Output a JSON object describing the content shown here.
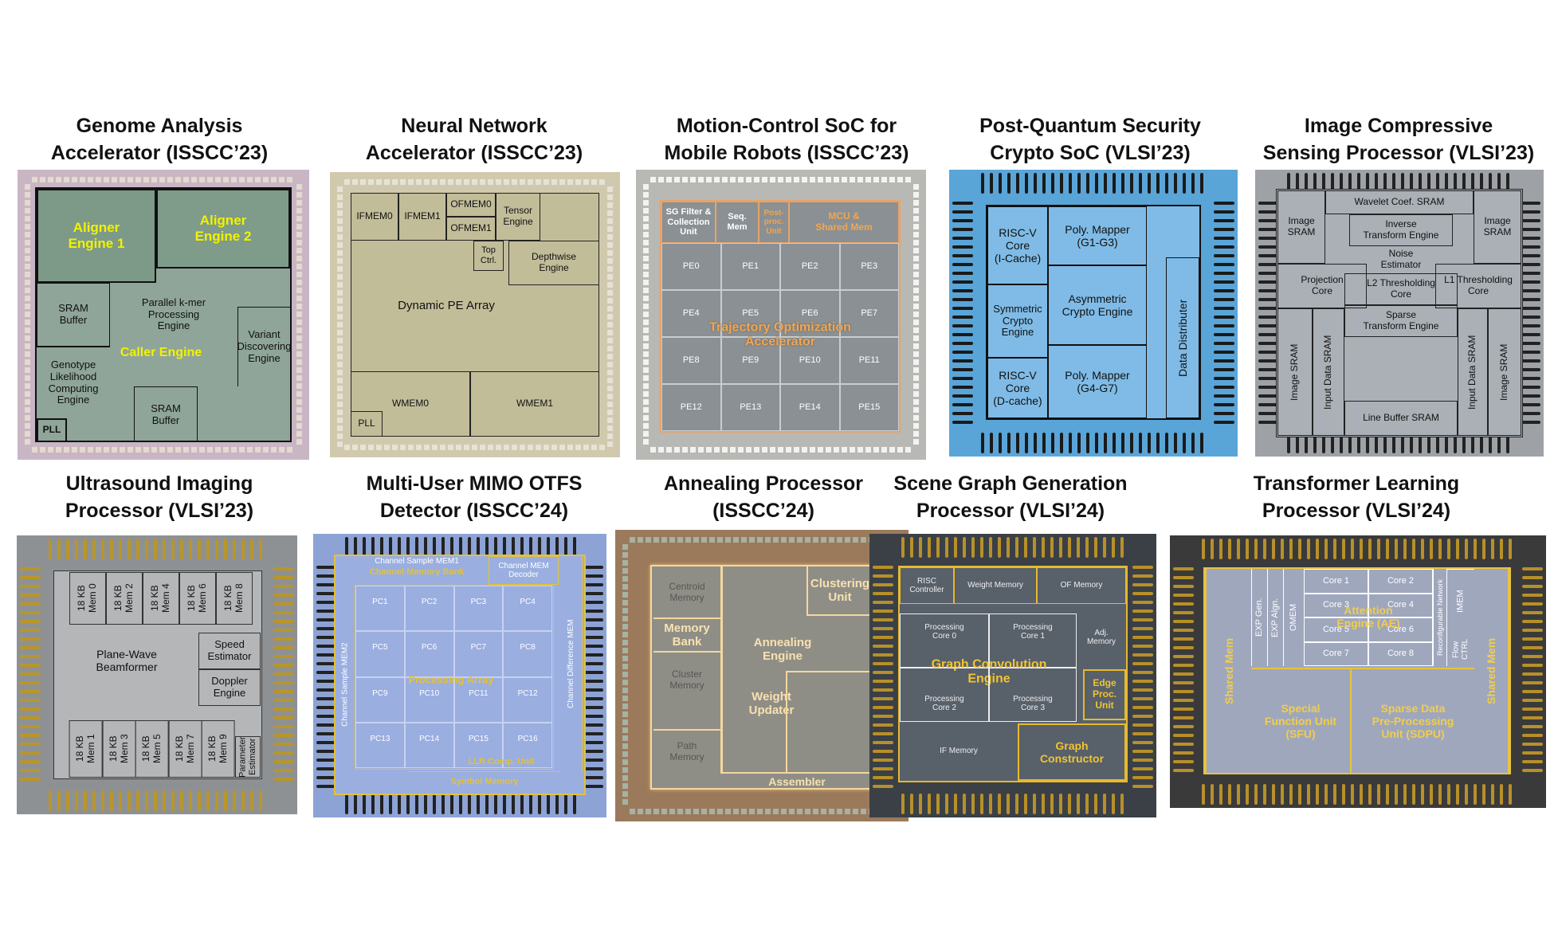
{
  "chips": [
    {
      "title": [
        "Genome Analysis",
        "Accelerator (ISSCC’23)"
      ],
      "blocks": [
        "Aligner\nEngine 1",
        "Aligner\nEngine 2",
        "SRAM\nBuffer",
        "Parallel k-mer\nProcessing\nEngine",
        "Caller Engine",
        "Variant\nDiscovering\nEngine",
        "Genotype\nLikelihood\nComputing\nEngine",
        "SRAM\nBuffer",
        "PLL"
      ]
    },
    {
      "title": [
        "Neural Network",
        "Accelerator (ISSCC’23)"
      ],
      "blocks": [
        "IFMEM0",
        "IFMEM1",
        "OFMEM0",
        "OFMEM1",
        "Tensor\nEngine",
        "Top\nCtrl.",
        "Depthwise\nEngine",
        "Dynamic PE Array",
        "WMEM0",
        "WMEM1",
        "PLL"
      ]
    },
    {
      "title": [
        "Motion-Control SoC for",
        "Mobile Robots (ISSCC’23)"
      ],
      "blocks": [
        "SG Filter &\nCollection\nUnit",
        "Seq.\nMem",
        "Post-\nproc.\nUnit",
        "MCU &\nShared Mem",
        "Trajectory Optimization\nAccelerator"
      ],
      "pes": [
        "PE0",
        "PE1",
        "PE2",
        "PE3",
        "PE4",
        "PE5",
        "PE6",
        "PE7",
        "PE8",
        "PE9",
        "PE10",
        "PE11",
        "PE12",
        "PE13",
        "PE14",
        "PE15"
      ]
    },
    {
      "title": [
        "Post-Quantum Security",
        "Crypto SoC (VLSI’23)"
      ],
      "blocks": [
        "RISC-V\nCore\n(I-Cache)",
        "Poly. Mapper\n(G1-G3)",
        "Symmetric\nCrypto\nEngine",
        "Asymmetric\nCrypto Engine",
        "RISC-V\nCore\n(D-cache)",
        "Poly. Mapper\n(G4-G7)",
        "Data Distributer"
      ]
    },
    {
      "title": [
        "Image Compressive",
        "Sensing Processor (VLSI’23)"
      ],
      "blocks": [
        "Image\nSRAM",
        "Wavelet Coef. SRAM",
        "Image\nSRAM",
        "Inverse\nTransform Engine",
        "Noise\nEstimator",
        "Projection\nCore",
        "L1 Thresholding\nCore",
        "L2 Thresholding\nCore",
        "Sparse\nTransform Engine",
        "Image SRAM",
        "Input Data SRAM",
        "Input Data SRAM",
        "Image SRAM",
        "Line Buffer SRAM"
      ]
    },
    {
      "title": [
        "Ultrasound Imaging",
        "Processor (VLSI’23)"
      ],
      "blocks": [
        "18 KB\nMem 0",
        "18 KB\nMem 2",
        "18 KB\nMem 4",
        "18 KB\nMem 6",
        "18 KB\nMem 8",
        "Plane-Wave\nBeamformer",
        "Speed\nEstimator",
        "Doppler\nEngine",
        "18 KB\nMem 1",
        "18 KB\nMem 3",
        "18 KB\nMem 5",
        "18 KB\nMem 7",
        "18 KB\nMem 9",
        "Parameter\nEstimator"
      ]
    },
    {
      "title": [
        "Multi-User MIMO OTFS",
        "Detector (ISSCC’24)"
      ],
      "blocks": [
        "Channel Sample MEM1",
        "Channel Memory Bank",
        "Channel MEM\nDecoder",
        "Channel Sample MEM2",
        "Channel Difference MEM",
        "Processing Array",
        "LLR Comp. Unit",
        "Symbol Memory"
      ],
      "pcs": [
        "PC1",
        "PC2",
        "PC3",
        "PC4",
        "PC5",
        "PC6",
        "PC7",
        "PC8",
        "PC9",
        "PC10",
        "PC11",
        "PC12",
        "PC13",
        "PC14",
        "PC15",
        "PC16"
      ]
    },
    {
      "title": [
        "Annealing Processor",
        "(ISSCC’24)"
      ],
      "blocks": [
        "Centroid\nMemory",
        "Memory\nBank",
        "Cluster\nMemory",
        "Path\nMemory",
        "Clustering\nUnit",
        "Annealing\nEngine",
        "Weight\nUpdater",
        "Assembler"
      ]
    },
    {
      "title": [
        "Scene Graph Generation",
        "Processor (VLSI’24)"
      ],
      "blocks": [
        "RISC\nController",
        "Weight Memory",
        "OF Memory",
        "Processing\nCore 0",
        "Processing\nCore 1",
        "Adj.\nMemory",
        "Graph Convolution\nEngine",
        "Processing\nCore 2",
        "Processing\nCore 3",
        "Edge\nProc.\nUnit",
        "IF Memory",
        "Graph\nConstructor"
      ]
    },
    {
      "title": [
        "Transformer Learning",
        "Processor (VLSI’24)"
      ],
      "blocks": [
        "Shared Mem",
        "EXP Gen.",
        "EXP Algn.",
        "OMEM",
        "Core 1",
        "Core 2",
        "Core 3",
        "Core 4",
        "Attention\nEngine (AE)",
        "Core 5",
        "Core 6",
        "Core 7",
        "Core 8",
        "Reconfigurable Network",
        "IMEM",
        "Flow\nCTRL",
        "Shared Mem",
        "Special\nFunction Unit\n(SFU)",
        "Sparse Data\nPre-Processing\nUnit (SDPU)"
      ]
    }
  ]
}
